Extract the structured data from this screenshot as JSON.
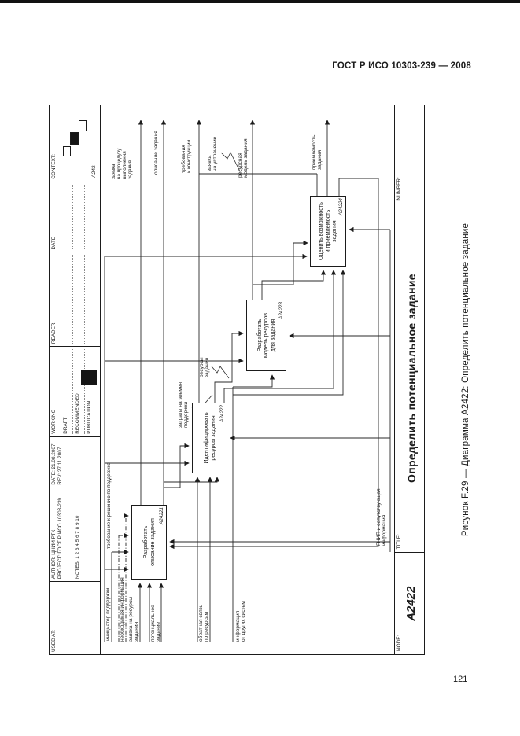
{
  "colors": {
    "ink": "#1b1b1b",
    "paper": "#ffffff"
  },
  "page": {
    "doc_header": "ГОСТ Р ИСО 10303-239 — 2008",
    "page_number": "121",
    "caption": "Рисунок F.29 — Диаграмма А2422: Определить потенциальное задание"
  },
  "kit_header": {
    "used_at_label": "USED AT:",
    "author_label": "AUTHOR:",
    "author_value": "ЦНИИ РТК",
    "project_label": "PROJECT:",
    "project_value": "ГОСТ Р ИСО 10303-239",
    "notes_label": "NOTES:",
    "notes_value": "1 2 3 4 5 6 7 8 9 10",
    "date_label": "DATE:",
    "date_value": "21.08.2007",
    "rev_label": "REV:",
    "rev_value": "27.11.2007",
    "working": "WORKING",
    "draft": "DRAFT",
    "recommended": "RECOMMENDED",
    "publication": "PUBLICATION",
    "reader_label": "READER",
    "reader_date_label": "DATE",
    "context_label": "CONTEXT:",
    "context_node": "A242"
  },
  "node_bar": {
    "node_label": "NODE:",
    "node_value": "A2422",
    "title_label": "TITLE:",
    "title_value": "Определить потенциальное задание",
    "number_label": "NUMBER:"
  },
  "boxes": [
    {
      "label": "Разработать\nописание задания",
      "code": "A24221"
    },
    {
      "label": "Идентифицировать\nресурсы задания",
      "code": "A24222"
    },
    {
      "label": "Разработать\nмодель ресурсов\nдля задания",
      "code": "A24223"
    },
    {
      "label": "Оценить возможность\nи приемлемость\nзадания",
      "code": "A24224"
    }
  ],
  "arrow_labels": {
    "initiator": "инициатор поддержки",
    "necessary_info": "необходимая информация",
    "resource_request": "заявка на ресурсы\nзадания",
    "potential_task": "потенциальное\nзадание",
    "resource_feedback": "обратная связь\nпо ресурсам",
    "other_systems": "информация\nот других систем",
    "support_decision_req": "требование к решению по поддержке",
    "task_exec_request": "заявка\nна процедуру\nвыполнения\nзадания",
    "task_description": "описание задания",
    "design_requirements": "требования\nк конструкции",
    "elimination_request": "заявка\nна устранение",
    "resource_model": "ресурсная\nмодель задания",
    "task_acceptability": "приемлемость\nзадания",
    "task_resources": "ресурсы\nзадания",
    "support_element_costs": "затраты на элемент\nподдержки",
    "pnip_info": "ГНИП и сопутствующая\nинформация"
  }
}
